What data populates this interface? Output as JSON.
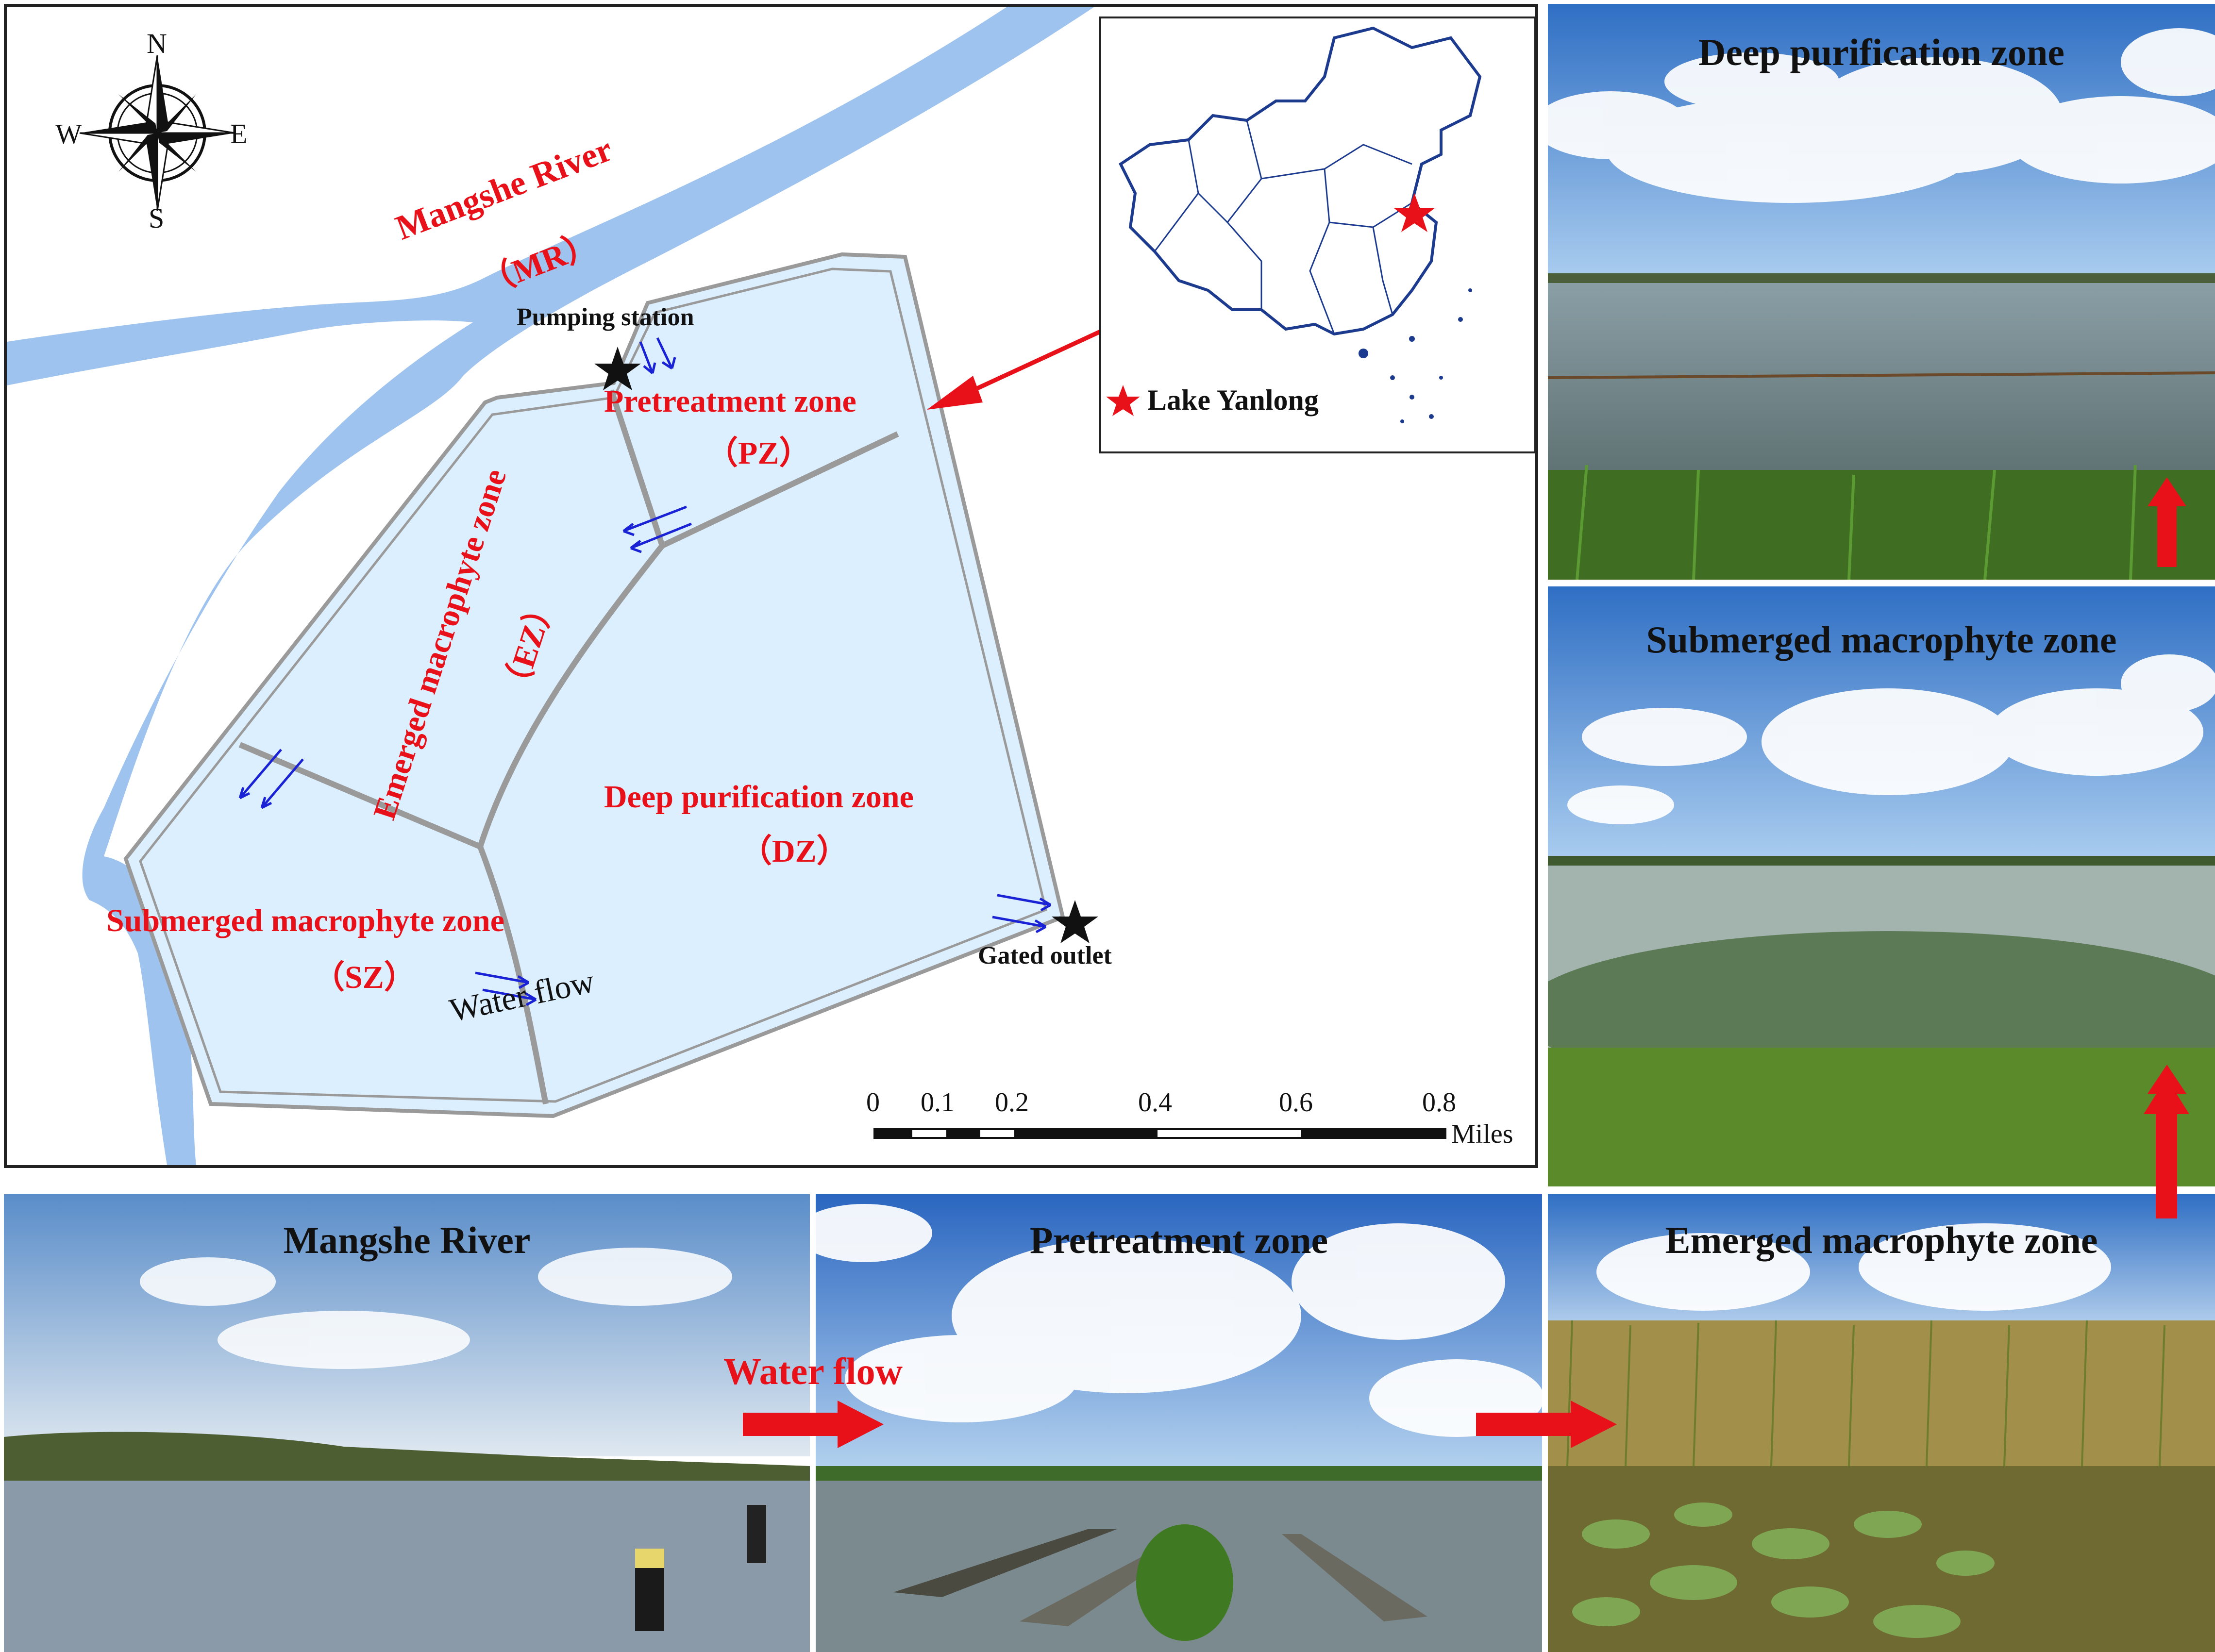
{
  "compass": {
    "n": "N",
    "e": "E",
    "s": "S",
    "w": "W"
  },
  "map_labels": {
    "river": "Mangshe River",
    "river_abbr": "（MR）",
    "pumping_station": "Pumping station",
    "pz": "Pretreatment zone",
    "pz_abbr": "（PZ）",
    "ez": "Emerged macrophyte zone",
    "ez_abbr": "（EZ）",
    "dz": "Deep purification zone",
    "dz_abbr": "（DZ）",
    "sz": "Submerged macrophyte zone",
    "sz_abbr": "（SZ）",
    "gated_outlet": "Gated outlet",
    "water_flow": "Water flow"
  },
  "inset": {
    "legend": "Lake Yanlong"
  },
  "scale_bar": {
    "ticks": [
      "0",
      "0.1",
      "0.2",
      "0.4",
      "0.6",
      "0.8"
    ],
    "unit": "Miles"
  },
  "photos": {
    "deep": "Deep purification zone",
    "submerged": "Submerged macrophyte zone",
    "emerged": "Emerged macrophyte zone",
    "river": "Mangshe River",
    "pretreatment": "Pretreatment zone",
    "water_flow": "Water flow"
  },
  "colors": {
    "accent_red": "#e8111a",
    "water": "#9ec3ee",
    "zone_fill": "#dcefff",
    "flow_arrow": "#1a22d6"
  }
}
